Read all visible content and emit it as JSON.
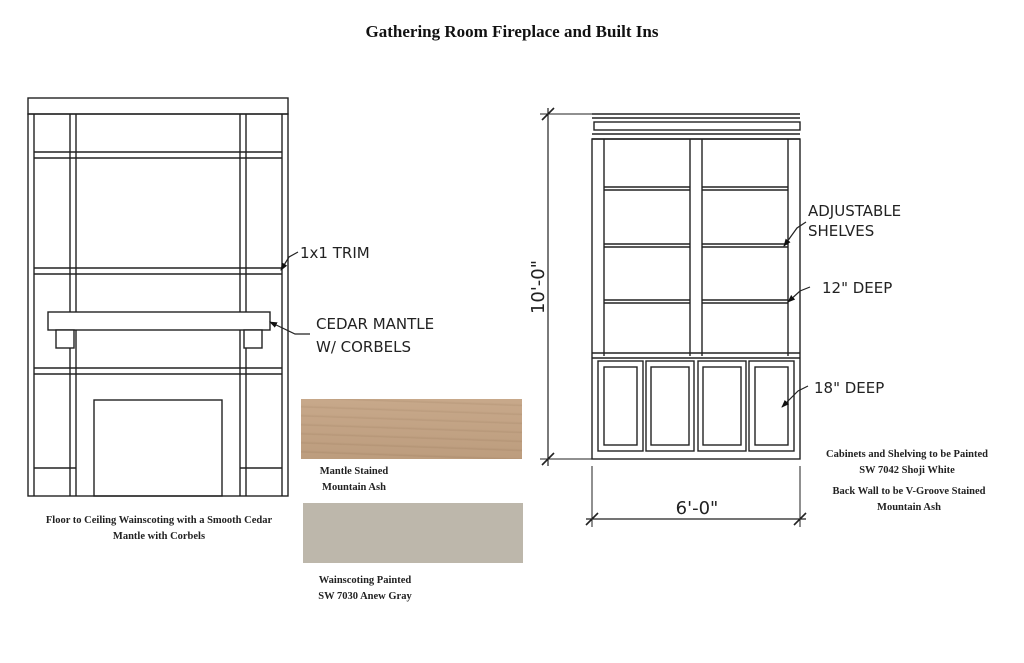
{
  "title": "Gathering Room Fireplace and Built Ins",
  "fireplace": {
    "callout_trim": "1x1 TRIM",
    "callout_mantle_1": "CEDAR MANTLE",
    "callout_mantle_2": "W/ CORBELS",
    "caption_line1": "Floor to Ceiling Wainscoting with a Smooth Cedar",
    "caption_line2": "Mantle with Corbels"
  },
  "builtins": {
    "callout_shelves_1": "ADJUSTABLE",
    "callout_shelves_2": "SHELVES",
    "callout_upper_depth": "12\" DEEP",
    "callout_lower_depth": "18\" DEEP",
    "dimension_height": "10'-0\"",
    "dimension_width": "6'-0\"",
    "note_cabinets_1": "Cabinets and Shelving to be Painted",
    "note_cabinets_2": "SW 7042 Shoji White",
    "note_backwall_1": "Back Wall to be V-Groove Stained",
    "note_backwall_2": "Mountain Ash"
  },
  "swatches": {
    "mantle": {
      "label_1": "Mantle Stained",
      "label_2": "Mountain Ash",
      "color": "#c4a383"
    },
    "wainscot": {
      "label_1": "Wainscoting Painted",
      "label_2": "SW 7030 Anew Gray",
      "color": "#bdb7ab"
    }
  }
}
